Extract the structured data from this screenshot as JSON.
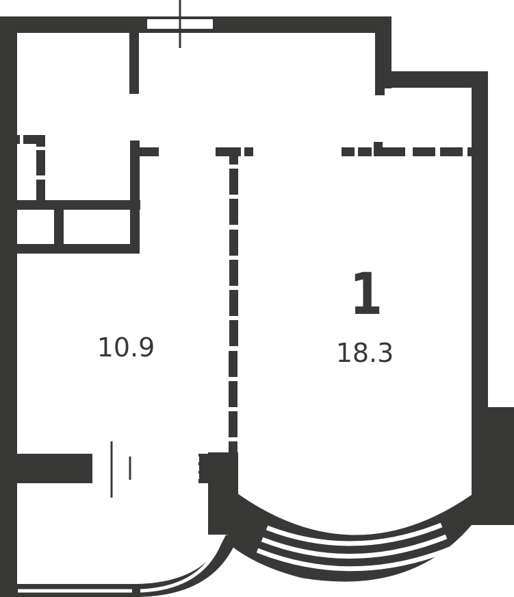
{
  "plan": {
    "wall_color": "#383836",
    "background": "#ffffff",
    "rooms": [
      {
        "id": "kitchen",
        "area": "10.9"
      },
      {
        "id": "room-1",
        "number": "1",
        "area": "18.3"
      }
    ]
  }
}
